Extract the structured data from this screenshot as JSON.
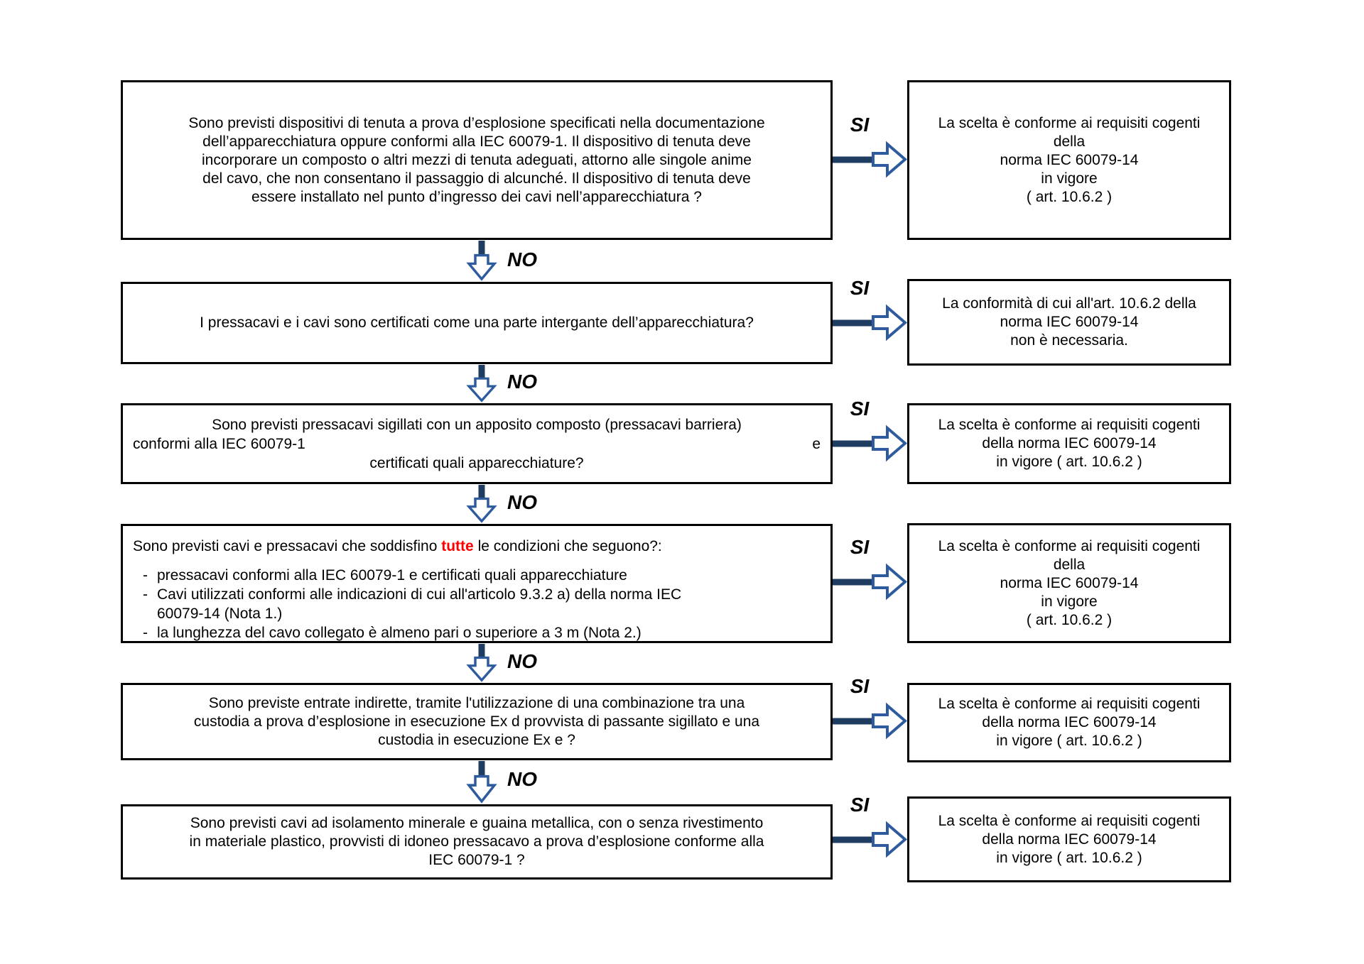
{
  "labels": {
    "yes": "SI",
    "no": "NO"
  },
  "colors": {
    "arrow_stem": "#1f3c61",
    "arrow_head_stroke": "#2e5b9e",
    "arrow_head_fill": "#ffffff",
    "highlight": "#ff0000",
    "box_border": "#000000"
  },
  "rows": [
    {
      "question": "Sono previsti dispositivi di tenuta a prova d’esplosione specificati nella documentazione\ndell’apparecchiatura oppure conformi alla IEC 60079-1. Il dispositivo di tenuta deve\nincorporare un composto o altri mezzi di tenuta adeguati, attorno alle singole anime\ndel cavo, che non consentano il passaggio di alcunché. Il dispositivo di tenuta deve\nessere installato nel punto d’ingresso dei cavi nell’apparecchiatura ?",
      "result": "La scelta è conforme ai requisiti cogenti\ndella\nnorma IEC 60079-14\nin vigore\n( art. 10.6.2 )"
    },
    {
      "question": "I pressacavi e i cavi sono certificati come una parte intergante dell’apparecchiatura?",
      "result": "La conformità di cui all'art. 10.6.2 della\nnorma IEC 60079-14\nnon è necessaria."
    },
    {
      "question_line1": "Sono previsti pressacavi sigillati con un apposito composto (pressacavi barriera)",
      "question_line2_left": "conformi alla IEC 60079-1",
      "question_line2_right": "e",
      "question_line3": "certificati quali apparecchiature?",
      "result": "La scelta è conforme ai requisiti cogenti\ndella norma IEC 60079-14\nin vigore ( art. 10.6.2 )"
    },
    {
      "intro_before": "Sono previsti cavi e pressacavi che soddisfino ",
      "intro_highlight": "tutte",
      "intro_after": " le condizioni che seguono?:",
      "bullets": [
        "pressacavi conformi alla IEC 60079-1 e certificati quali apparecchiature",
        "Cavi utilizzati conformi alle indicazioni di cui all'articolo 9.3.2 a) della norma IEC\n60079-14 (Nota 1.)",
        "la lunghezza del cavo collegato è almeno pari o superiore a 3 m (Nota 2.)"
      ],
      "result": "La scelta è conforme ai requisiti cogenti\ndella\nnorma IEC 60079-14\nin vigore\n( art. 10.6.2 )"
    },
    {
      "question": "Sono previste entrate indirette, tramite l'utilizzazione di una combinazione tra una\ncustodia a prova d’esplosione in esecuzione Ex d provvista di passante sigillato e una\ncustodia in esecuzione Ex e ?",
      "result": "La scelta è conforme ai requisiti cogenti\ndella norma IEC 60079-14\nin vigore ( art. 10.6.2 )"
    },
    {
      "question": "Sono previsti cavi ad isolamento minerale e guaina metallica, con o senza rivestimento\nin materiale plastico, provvisti di idoneo pressacavo a prova d’esplosione conforme alla\nIEC 60079-1 ?",
      "result": "La scelta è conforme ai requisiti cogenti\ndella norma IEC 60079-14\nin vigore ( art. 10.6.2 )"
    }
  ]
}
